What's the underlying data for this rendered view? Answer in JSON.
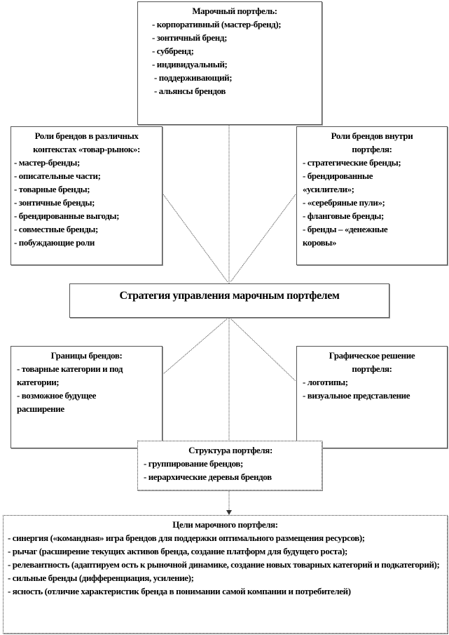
{
  "portfolio": {
    "title": "Марочный портфель:",
    "items": [
      "- корпоративный (мастер-бренд);",
      "- зонтичный бренд;",
      "- суббренд;",
      "- индивидуальный;",
      " - поддерживающий;",
      " - альянсы брендов"
    ]
  },
  "roles_context": {
    "title": "Роли брендов в различных контекстах «товар-рынок»:",
    "items": [
      "- мастер-бренды;",
      "- описательные части;",
      "- товарные бренды;",
      "- зонтичные бренды;",
      "- брендированные выгоды;",
      "- совместные бренды;",
      "- побуждающие  роли"
    ]
  },
  "roles_inside": {
    "title": "Роли брендов внутри портфеля:",
    "items": [
      "- стратегические бренды;",
      "- брендированные «усилители»;",
      "- «серебряные  пули»;",
      "- фланговые бренды;",
      "- бренды – «денежные коровы»"
    ]
  },
  "strategy": {
    "title": "Стратегия управления марочным портфелем"
  },
  "boundaries": {
    "title": "Границы брендов:",
    "items": [
      "- товарные категории и под категории;",
      "- возможное будущее расширение"
    ]
  },
  "graphic": {
    "title": "Графическое решение портфеля:",
    "items": [
      "- логотипы;",
      "- визуальное представление"
    ]
  },
  "structure": {
    "title": "Структура  портфеля:",
    "items": [
      "- группирование брендов;",
      "- иерархические  деревья  брендов"
    ]
  },
  "goals": {
    "title": "Цели марочного портфеля:",
    "items": [
      {
        "term": "- синергия",
        "text": " («командная»  игра брендов для поддержки  оптимального размещения ресурсов);"
      },
      {
        "term": "- рычаг",
        "text": " (расширение  текущих  активов бренда, создание платформ для будущего  роста);"
      },
      {
        "term": "- релевантность",
        "text": " (адаптируем ость к рыночной динамике, создание новых товарных категорий  и подкатегорий);"
      },
      {
        "term": "- сильные бренды",
        "text": " (дифференциация,  усиление);"
      },
      {
        "term": "- ясность",
        "text": "  (отличие характеристик  бренда в понимании самой компании и потребителей)"
      }
    ]
  }
}
